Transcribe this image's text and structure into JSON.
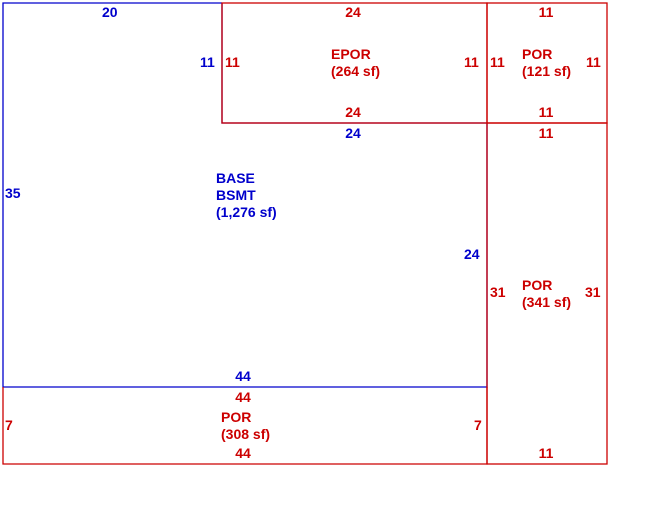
{
  "colors": {
    "base": "#0000cc",
    "porch": "#cc0000"
  },
  "areas": {
    "base": {
      "line1": "BASE",
      "line2": "BSMT",
      "size": "(1,276 sf)"
    },
    "epor": {
      "name": "EPOR",
      "size": "(264 sf)"
    },
    "por_top": {
      "name": "POR",
      "size": "(121 sf)"
    },
    "por_right": {
      "name": "POR",
      "size": "(341 sf)"
    },
    "por_bottom": {
      "name": "POR",
      "size": "(308 sf)"
    }
  },
  "dims": {
    "base_top": "20",
    "base_left": "35",
    "base_inner_vertical": "11",
    "base_inner_horizontal": "24",
    "base_right": "24",
    "base_bottom": "44",
    "epor_top": "24",
    "epor_left": "11",
    "epor_right": "11",
    "epor_bottom": "24",
    "por_top_top": "11",
    "por_top_left": "11",
    "por_top_right": "11",
    "por_top_bottom": "11",
    "por_right_top": "11",
    "por_right_left": "31",
    "por_right_right": "31",
    "por_right_bottom": "11",
    "por_bottom_top": "44",
    "por_bottom_left": "7",
    "por_bottom_right": "7",
    "por_bottom_bottom": "44"
  }
}
